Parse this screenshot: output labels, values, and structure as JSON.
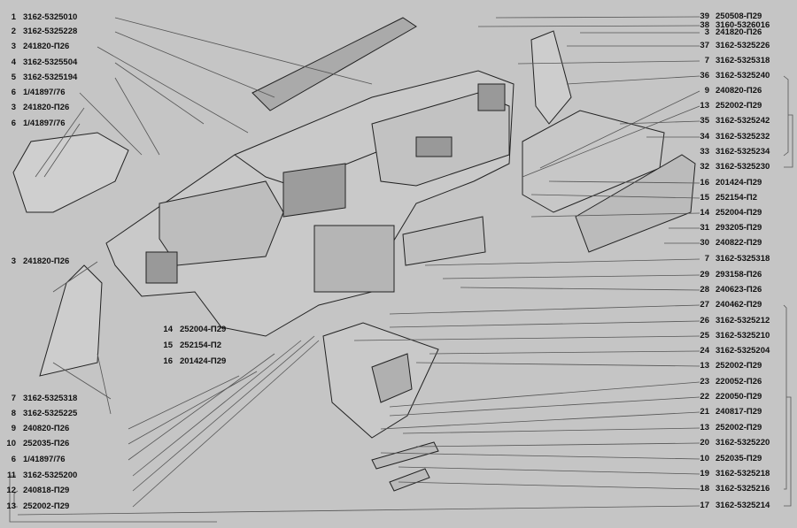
{
  "diagram": {
    "left_callouts": [
      {
        "num": "1",
        "code": "3162-5325010"
      },
      {
        "num": "2",
        "code": "3162-5325228"
      },
      {
        "num": "3",
        "code": "241820-П26"
      },
      {
        "num": "4",
        "code": "3162-5325504"
      },
      {
        "num": "5",
        "code": "3162-5325194"
      },
      {
        "num": "6",
        "code": "1/41897/76"
      },
      {
        "num": "3",
        "code": "241820-П26"
      },
      {
        "num": "6",
        "code": "1/41897/76"
      },
      {
        "num": "3",
        "code": "241820-П26"
      },
      {
        "num": "7",
        "code": "3162-5325318"
      },
      {
        "num": "8",
        "code": "3162-5325225"
      },
      {
        "num": "9",
        "code": "240820-П26"
      },
      {
        "num": "10",
        "code": "252035-П26"
      },
      {
        "num": "6",
        "code": "1/41897/76"
      },
      {
        "num": "11",
        "code": "3162-5325200"
      },
      {
        "num": "12",
        "code": "240818-П29"
      },
      {
        "num": "13",
        "code": "252002-П29"
      }
    ],
    "middle_callouts": [
      {
        "num": "14",
        "code": "252004-П29"
      },
      {
        "num": "15",
        "code": "252154-П2"
      },
      {
        "num": "16",
        "code": "201424-П29"
      }
    ],
    "right_callouts": [
      {
        "num": "39",
        "code": "250508-П29"
      },
      {
        "num": "38",
        "code": "3160-5326016"
      },
      {
        "num": "3",
        "code": "241820-П26"
      },
      {
        "num": "37",
        "code": "3162-5325226"
      },
      {
        "num": "7",
        "code": "3162-5325318"
      },
      {
        "num": "36",
        "code": "3162-5325240"
      },
      {
        "num": "9",
        "code": "240820-П26"
      },
      {
        "num": "13",
        "code": "252002-П29"
      },
      {
        "num": "35",
        "code": "3162-5325242"
      },
      {
        "num": "34",
        "code": "3162-5325232"
      },
      {
        "num": "33",
        "code": "3162-5325234"
      },
      {
        "num": "32",
        "code": "3162-5325230"
      },
      {
        "num": "16",
        "code": "201424-П29"
      },
      {
        "num": "15",
        "code": "252154-П2"
      },
      {
        "num": "14",
        "code": "252004-П29"
      },
      {
        "num": "31",
        "code": "293205-П29"
      },
      {
        "num": "30",
        "code": "240822-П29"
      },
      {
        "num": "7",
        "code": "3162-5325318"
      },
      {
        "num": "29",
        "code": "293158-П26"
      },
      {
        "num": "28",
        "code": "240623-П26"
      },
      {
        "num": "27",
        "code": "240462-П29"
      },
      {
        "num": "26",
        "code": "3162-5325212"
      },
      {
        "num": "25",
        "code": "3162-5325210"
      },
      {
        "num": "24",
        "code": "3162-5325204"
      },
      {
        "num": "13",
        "code": "252002-П29"
      },
      {
        "num": "23",
        "code": "220052-П26"
      },
      {
        "num": "22",
        "code": "220050-П29"
      },
      {
        "num": "21",
        "code": "240817-П29"
      },
      {
        "num": "13",
        "code": "252002-П29"
      },
      {
        "num": "20",
        "code": "3162-5325220"
      },
      {
        "num": "10",
        "code": "252035-П29"
      },
      {
        "num": "19",
        "code": "3162-5325218"
      },
      {
        "num": "18",
        "code": "3162-5325216"
      },
      {
        "num": "17",
        "code": "3162-5325214"
      }
    ]
  }
}
